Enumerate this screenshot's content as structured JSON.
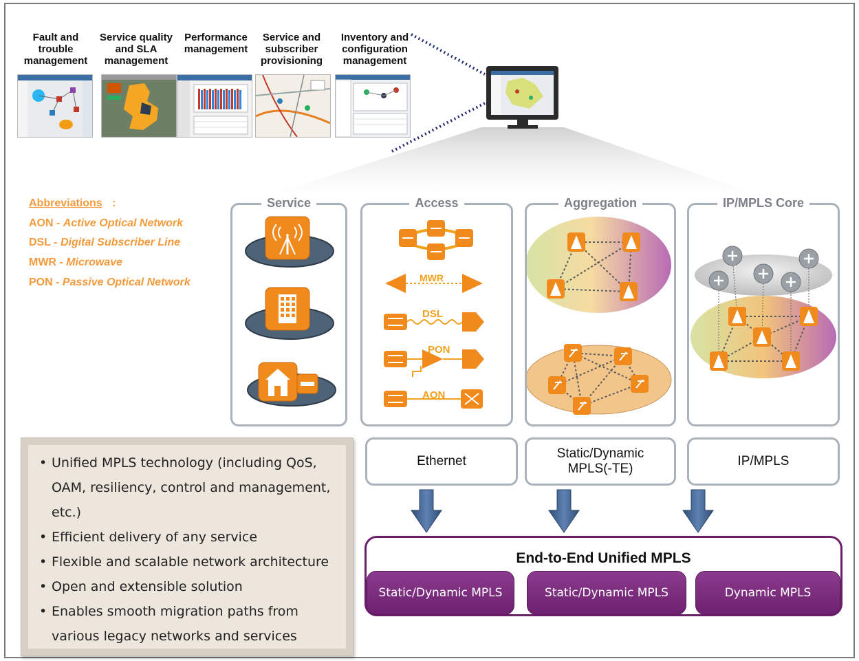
{
  "nms_tools": [
    {
      "label": "Fault and\ntrouble\nmanagement"
    },
    {
      "label": "Service quality\nand SLA\nmanagement"
    },
    {
      "label": "Performance\nmanagement"
    },
    {
      "label": "Service and\nsubscriber\nprovisioning"
    },
    {
      "label": "Inventory and\nconfiguration\nmanagement"
    }
  ],
  "abbreviations": {
    "title": "Abbreviations",
    "colon": ":",
    "items": [
      {
        "abbr": "AON - ",
        "meaning": "Active Optical Network"
      },
      {
        "abbr": "DSL - ",
        "meaning": " Digital Subscriber Line"
      },
      {
        "abbr": "MWR - ",
        "meaning": "Microwave"
      },
      {
        "abbr": "PON - ",
        "meaning": "Passive Optical Network"
      }
    ]
  },
  "panels": [
    {
      "title": "Service"
    },
    {
      "title": "Access"
    },
    {
      "title": "Aggregation"
    },
    {
      "title": "IP/MPLS Core"
    }
  ],
  "access_labels": {
    "mwr": "MWR",
    "dsl": "DSL",
    "pon": "PON",
    "aon": "AON"
  },
  "technologies": [
    {
      "label": "Ethernet"
    },
    {
      "label": "Static/Dynamic\nMPLS(-TE)"
    },
    {
      "label": "IP/MPLS"
    }
  ],
  "benefits": [
    "Unified MPLS technology (including QoS, OAM, resiliency, control and management, etc.)",
    "Efficient delivery of any service",
    "Flexible and scalable network architecture",
    "Open and extensible solution",
    "Enables smooth migration paths from various legacy networks and services"
  ],
  "unified": {
    "title": "End-to-End Unified MPLS",
    "segments": [
      "Static/Dynamic  MPLS",
      "Static/Dynamic MPLS",
      "Dynamic MPLS"
    ]
  },
  "colors": {
    "accent_orange": "#f39a3c",
    "device_orange": "#f08a1c",
    "purple": "#6b1f6b",
    "arrow_blue": "#3e5e8a",
    "panel_border": "#a9b1bb"
  },
  "icons": [
    "monitor-icon",
    "antenna-icon",
    "keypad-icon",
    "house-icon",
    "switch-icon",
    "router-icon",
    "arrow-down-icon"
  ]
}
